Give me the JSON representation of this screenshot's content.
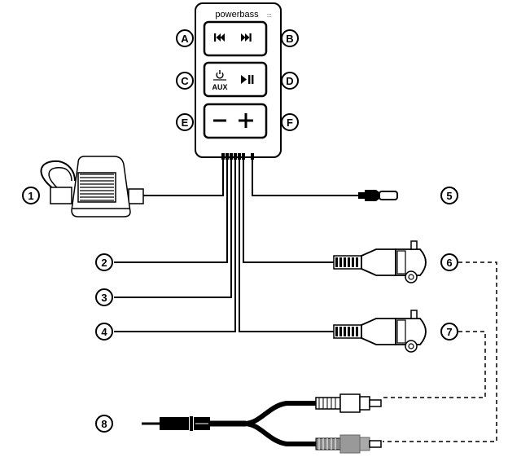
{
  "remote": {
    "brand": "powerbass",
    "aux_label": "AUX",
    "rows": [
      {
        "left": "A",
        "right": "B",
        "button": "prev-next"
      },
      {
        "left": "C",
        "right": "D",
        "button": "power-aux-play"
      },
      {
        "left": "E",
        "right": "F",
        "button": "volume"
      }
    ]
  },
  "wires": [
    {
      "label": "1",
      "end": "inline-fuse"
    },
    {
      "label": "2",
      "end": "bare-wire"
    },
    {
      "label": "3",
      "end": "bare-wire"
    },
    {
      "label": "4",
      "end": "bare-wire"
    },
    {
      "label": "5",
      "end": "bullet-connector"
    },
    {
      "label": "6",
      "end": "rca-jack"
    },
    {
      "label": "7",
      "end": "rca-jack"
    },
    {
      "label": "8",
      "end": "rca-to-3.5mm-y-cable"
    }
  ]
}
